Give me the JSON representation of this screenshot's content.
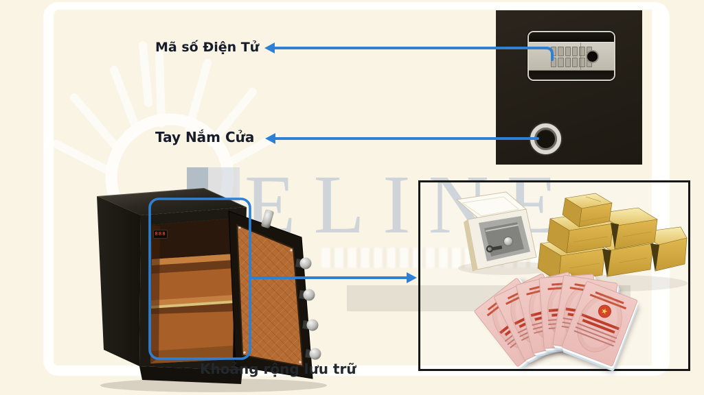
{
  "scene": {
    "background": "#faf4e5",
    "accent_blue": "#2d80d3",
    "frame_white": "#ffffff",
    "watermark": {
      "brand_text": "ELINE"
    },
    "labels": {
      "electronic_code": "Mã số Điện Tử",
      "door_handle": "Tay Nắm Cửa",
      "storage_space": "Khoảng rộng lưu trữ"
    },
    "safe": {
      "lcd_text": "888"
    },
    "colors": {
      "photo_panel_dark": "#241f17",
      "keypad_silver": "#c8c4b9",
      "safe_body_dark": "#1d1910",
      "interior_orange": "#ad6229",
      "door_orange": "#b56c33",
      "gold_bar": "#d9ae45",
      "certificate_pink": "#eec6c3",
      "certificate_red": "#c24a33",
      "content_box_border": "#161616"
    }
  }
}
